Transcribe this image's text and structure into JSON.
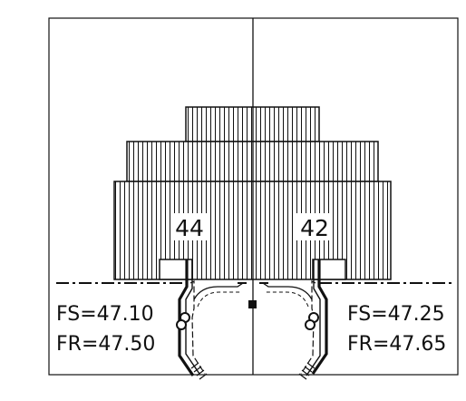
{
  "drawing": {
    "pier_labels": {
      "left": "44",
      "right": "42"
    },
    "annotations": {
      "left_fs": "FS=47.10",
      "left_fr": "FR=47.50",
      "right_fs": "FS=47.25",
      "right_fr": "FR=47.65"
    },
    "colors": {
      "ink": "#111111",
      "background": "#ffffff"
    }
  }
}
